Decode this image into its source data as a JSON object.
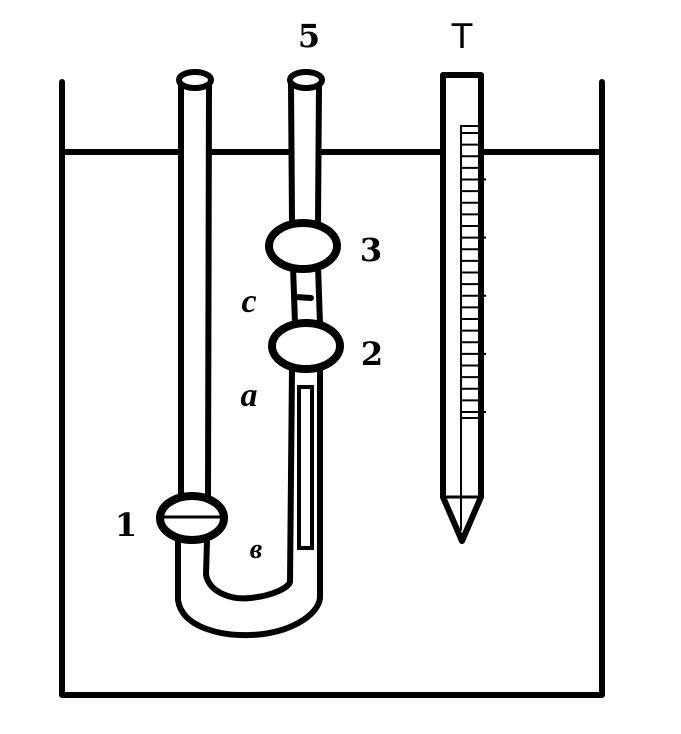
{
  "labels": {
    "tube_top": "5",
    "thermometer": "Т",
    "bulb_upper": "3",
    "mark_c": "с",
    "bulb_middle": "2",
    "segment_a": "а",
    "bulb_lower": "1",
    "segment_b": "в"
  },
  "colors": {
    "ink": "#000000",
    "background": "#ffffff"
  }
}
